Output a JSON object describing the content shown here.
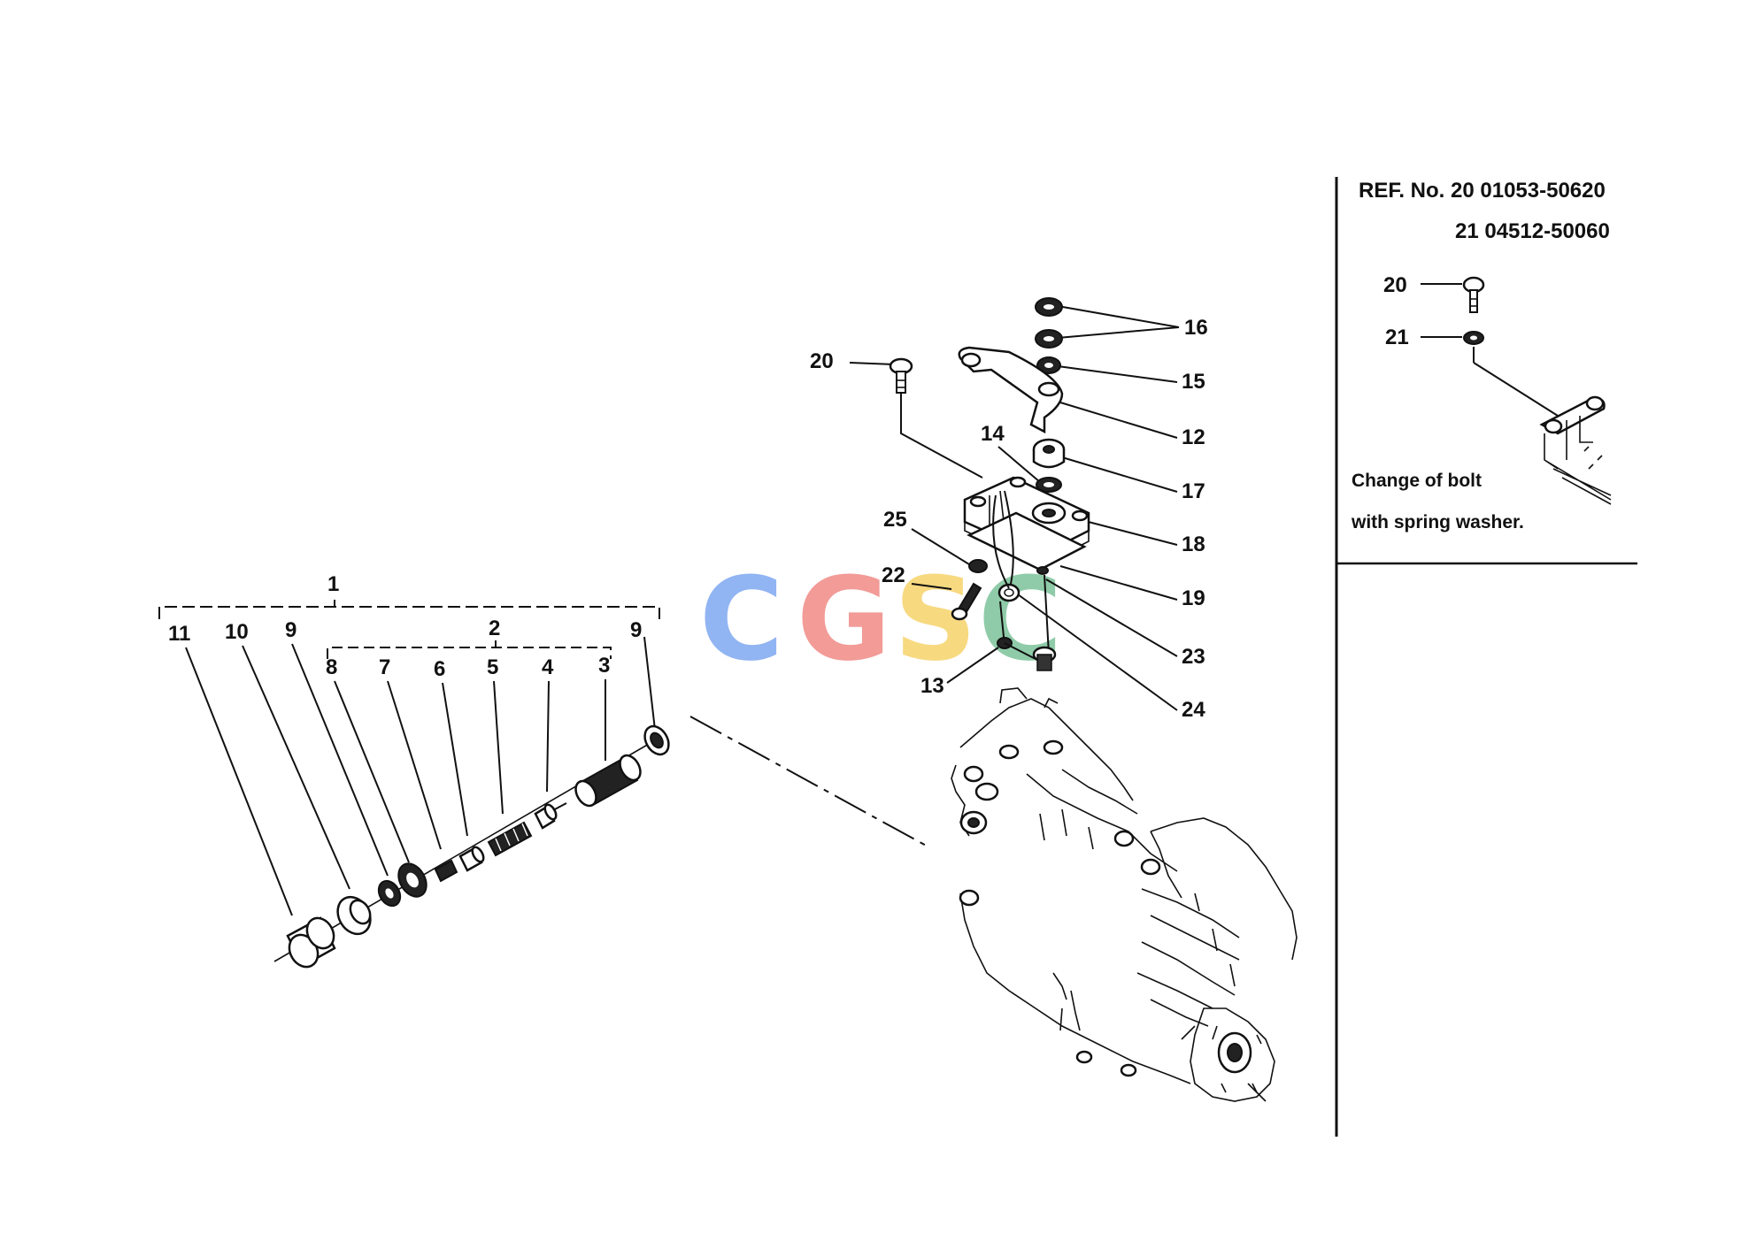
{
  "inset": {
    "ref_line1": "REF. No. 20  01053-50620",
    "ref_line2": "21  04512-50060",
    "label_20": "20",
    "label_21": "21",
    "note_line1": "Change of bolt",
    "note_line2": "with spring washer."
  },
  "callouts": {
    "c1": "1",
    "c2": "2",
    "c3": "3",
    "c4": "4",
    "c5": "5",
    "c6": "6",
    "c7": "7",
    "c8": "8",
    "c9a": "9",
    "c9b": "9",
    "c10": "10",
    "c11": "11",
    "c12": "12",
    "c13": "13",
    "c14": "14",
    "c15": "15",
    "c16": "16",
    "c17": "17",
    "c18": "18",
    "c19": "19",
    "c20": "20",
    "c22": "22",
    "c23": "23",
    "c24": "24",
    "c25": "25"
  },
  "watermark": {
    "letters": [
      "C",
      "G",
      "S",
      "C"
    ],
    "colors": [
      "#7ea8f0",
      "#f08a85",
      "#f6d36a",
      "#7cc39a"
    ]
  }
}
